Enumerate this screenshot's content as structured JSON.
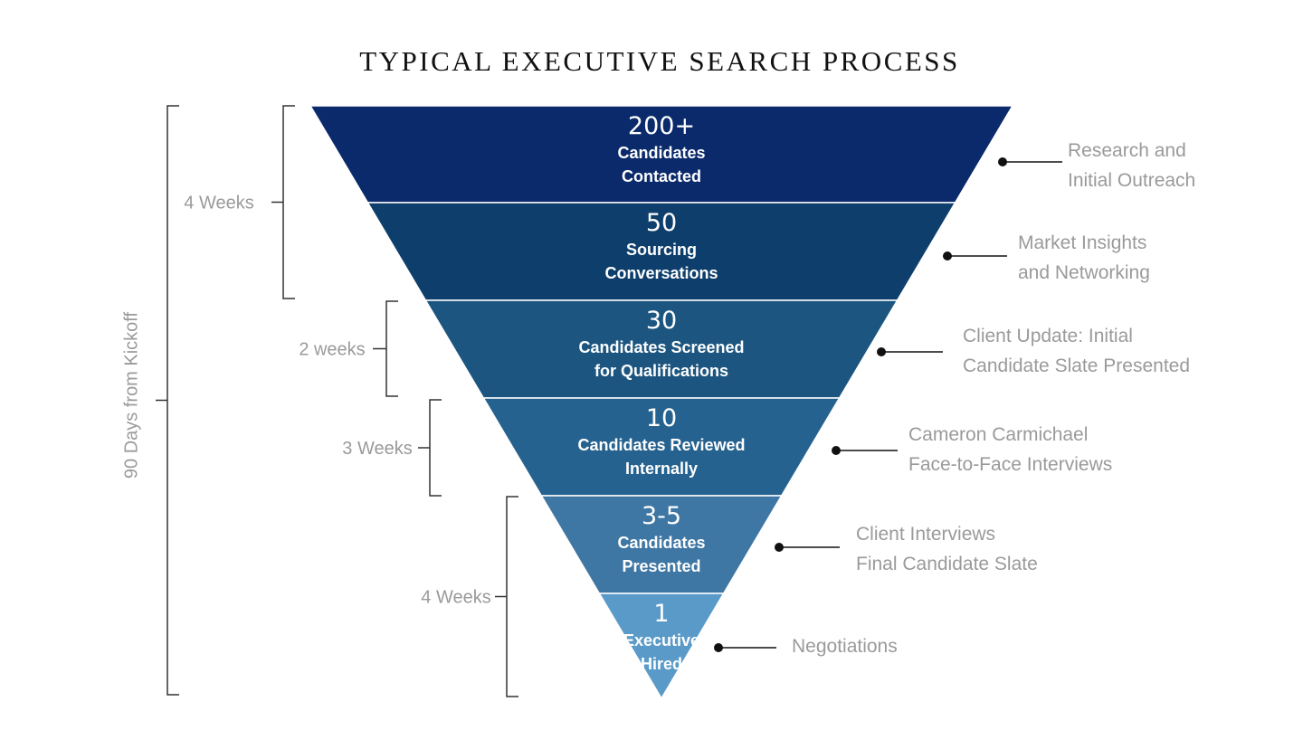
{
  "title": "TYPICAL EXECUTIVE SEARCH PROCESS",
  "colors": {
    "stages": [
      "#0a2a6b",
      "#0e3f6c",
      "#1c5680",
      "#26628f",
      "#3e76a4",
      "#5a9ac9"
    ],
    "annotation_text": "#9a9a9a",
    "leader": "#111111"
  },
  "stages": [
    {
      "value": "200+",
      "label_lines": [
        "Candidates",
        "Contacted"
      ],
      "note_lines": [
        "Research and",
        "Initial Outreach"
      ]
    },
    {
      "value": "50",
      "label_lines": [
        "Sourcing",
        "Conversations"
      ],
      "note_lines": [
        "Market Insights",
        "and Networking"
      ]
    },
    {
      "value": "30",
      "label_lines": [
        "Candidates Screened",
        "for Qualifications"
      ],
      "note_lines": [
        "Client Update: Initial",
        "Candidate Slate Presented"
      ]
    },
    {
      "value": "10",
      "label_lines": [
        "Candidates Reviewed",
        "Internally"
      ],
      "note_lines": [
        "Cameron Carmichael",
        "Face-to-Face Interviews"
      ]
    },
    {
      "value": "3-5",
      "label_lines": [
        "Candidates",
        "Presented"
      ],
      "note_lines": [
        "Client Interviews",
        "Final Candidate Slate"
      ]
    },
    {
      "value": "1",
      "label_lines": [
        "Executive",
        "Hired"
      ],
      "note_lines": [
        "Negotiations"
      ]
    }
  ],
  "durations": [
    {
      "label": "4 Weeks",
      "first_stage": 0,
      "last_stage": 1
    },
    {
      "label": "2 weeks",
      "first_stage": 2,
      "last_stage": 2
    },
    {
      "label": "3 Weeks",
      "first_stage": 3,
      "last_stage": 3
    },
    {
      "label": "4 Weeks",
      "first_stage": 4,
      "last_stage": 5
    }
  ],
  "total_duration": "90 Days from Kickoff"
}
